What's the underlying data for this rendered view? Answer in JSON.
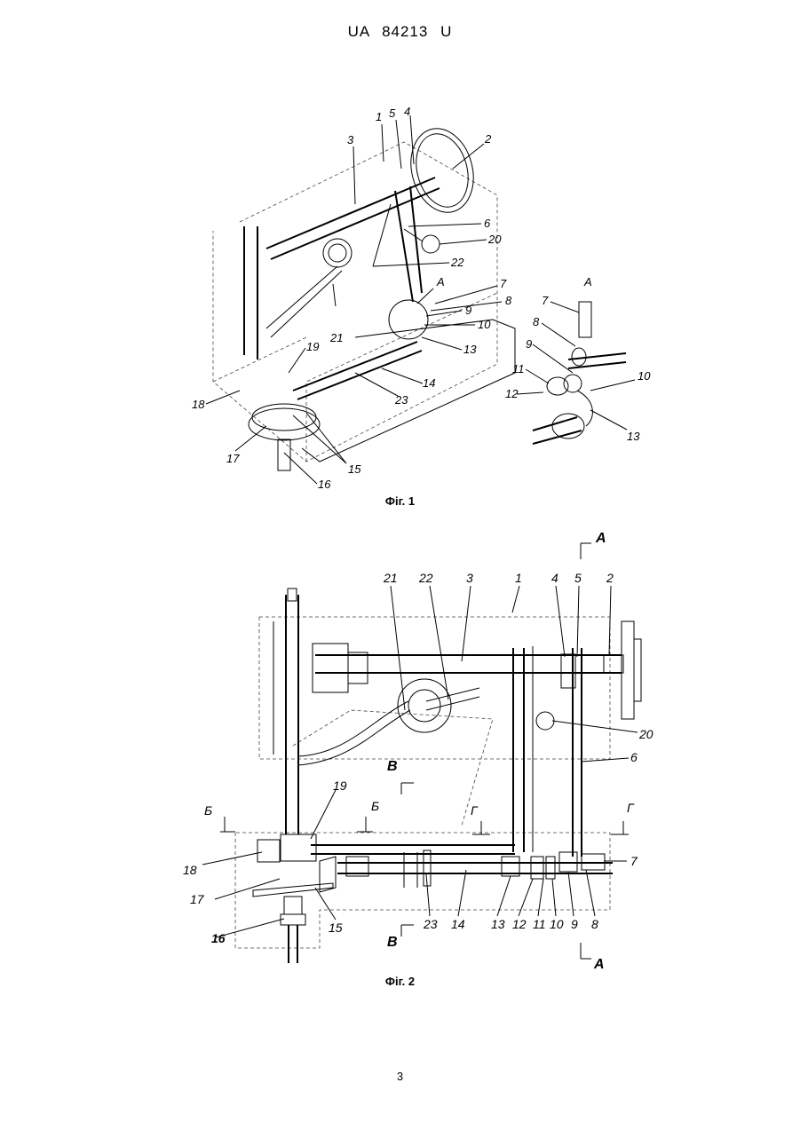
{
  "header": {
    "doc_code": "UA",
    "doc_number": "84213",
    "doc_kind": "U"
  },
  "figures": [
    {
      "caption": "Фіг. 1",
      "labels": [
        "1",
        "2",
        "3",
        "4",
        "5",
        "6",
        "7",
        "8",
        "9",
        "10",
        "13",
        "14",
        "15",
        "16",
        "17",
        "18",
        "19",
        "20",
        "21",
        "22",
        "23"
      ],
      "inset": {
        "title": "А",
        "labels": [
          "7",
          "8",
          "9",
          "10",
          "11",
          "12",
          "13"
        ]
      }
    },
    {
      "caption": "Фіг. 2",
      "labels": [
        "21",
        "22",
        "3",
        "1",
        "4",
        "5",
        "2",
        "20",
        "6",
        "19",
        "18",
        "17",
        "15",
        "16",
        "23",
        "14",
        "13",
        "12",
        "11",
        "10",
        "9",
        "8",
        "7"
      ],
      "sections": [
        "Б",
        "Б",
        "В",
        "В",
        "Г",
        "Г",
        "А",
        "А"
      ]
    }
  ],
  "page_number": "3"
}
